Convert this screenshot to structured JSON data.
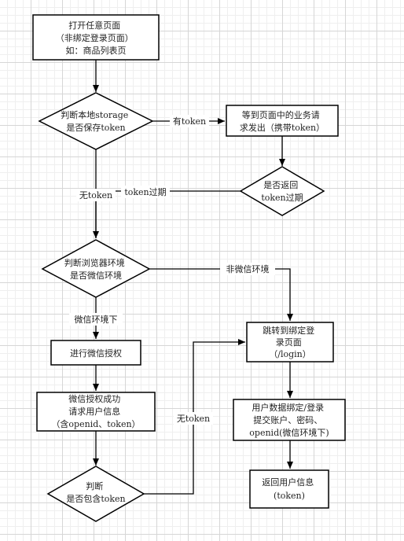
{
  "nodes": {
    "open_page": {
      "lines": [
        "打开任意页面",
        "（非绑定登录页面）",
        "如：商品列表页"
      ]
    },
    "check_storage": {
      "lines": [
        "判断本地storage",
        "是否保存token"
      ]
    },
    "wait_request": {
      "lines": [
        "等到页面中的业务请",
        "求发出（携带token）"
      ]
    },
    "check_expired": {
      "lines": [
        "是否返回",
        "token过期"
      ]
    },
    "check_browser": {
      "lines": [
        "判断浏览器环境",
        "是否微信环境"
      ]
    },
    "wechat_auth": {
      "lines": [
        "进行微信授权"
      ]
    },
    "auth_success": {
      "lines": [
        "微信授权成功",
        "请求用户信息",
        "（含openid、token）"
      ]
    },
    "check_contains": {
      "lines": [
        "判断",
        "是否包含token"
      ]
    },
    "redirect_login": {
      "lines": [
        "跳转到绑定登",
        "录页面",
        "（/login）"
      ]
    },
    "bind_user": {
      "lines": [
        "用户数据绑定/登录",
        "提交账户、密码、",
        "openid(微信环境下)"
      ]
    },
    "return_info": {
      "lines": [
        "返回用户信息",
        "(token)"
      ]
    }
  },
  "edges": {
    "has_token": "有token",
    "no_token": "无token",
    "token_expired": "token过期",
    "non_wechat": "非微信环境",
    "wechat_env": "微信环境下",
    "no_token_2": "无token"
  }
}
